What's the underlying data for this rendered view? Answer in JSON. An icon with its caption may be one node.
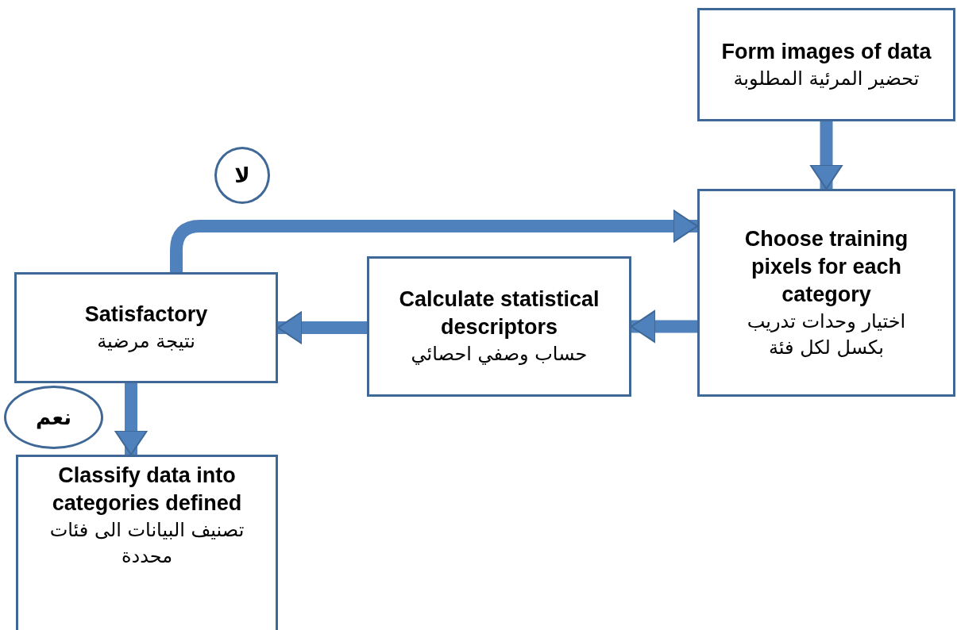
{
  "diagram": {
    "nodes": [
      {
        "text": [
          "Form images of data",
          "تحضير المرئية المطلوبة"
        ]
      },
      {
        "text": [
          "Choose training pixels for each category",
          "اختيار وحدات تدريب بكسل لكل فئة"
        ]
      },
      {
        "text": [
          "Calculate statistical descriptors",
          "حساب وصفي احصائي"
        ]
      },
      {
        "text": [
          "Satisfactory",
          "نتيجة مرضية"
        ]
      },
      {
        "text": [
          "Classify data into categories defined",
          "تصنيف البيانات الى فئات محددة"
        ]
      }
    ],
    "edges": [
      {
        "from": 0,
        "to": 1,
        "arrow": "to"
      },
      {
        "from": 1,
        "to": 2,
        "arrow": "to"
      },
      {
        "from": 2,
        "to": 3,
        "arrow": "to"
      },
      {
        "from": 3,
        "to": 1,
        "arrow": "to",
        "label": "لا"
      },
      {
        "from": 3,
        "to": 4,
        "arrow": "to",
        "label": "نعم"
      }
    ]
  }
}
